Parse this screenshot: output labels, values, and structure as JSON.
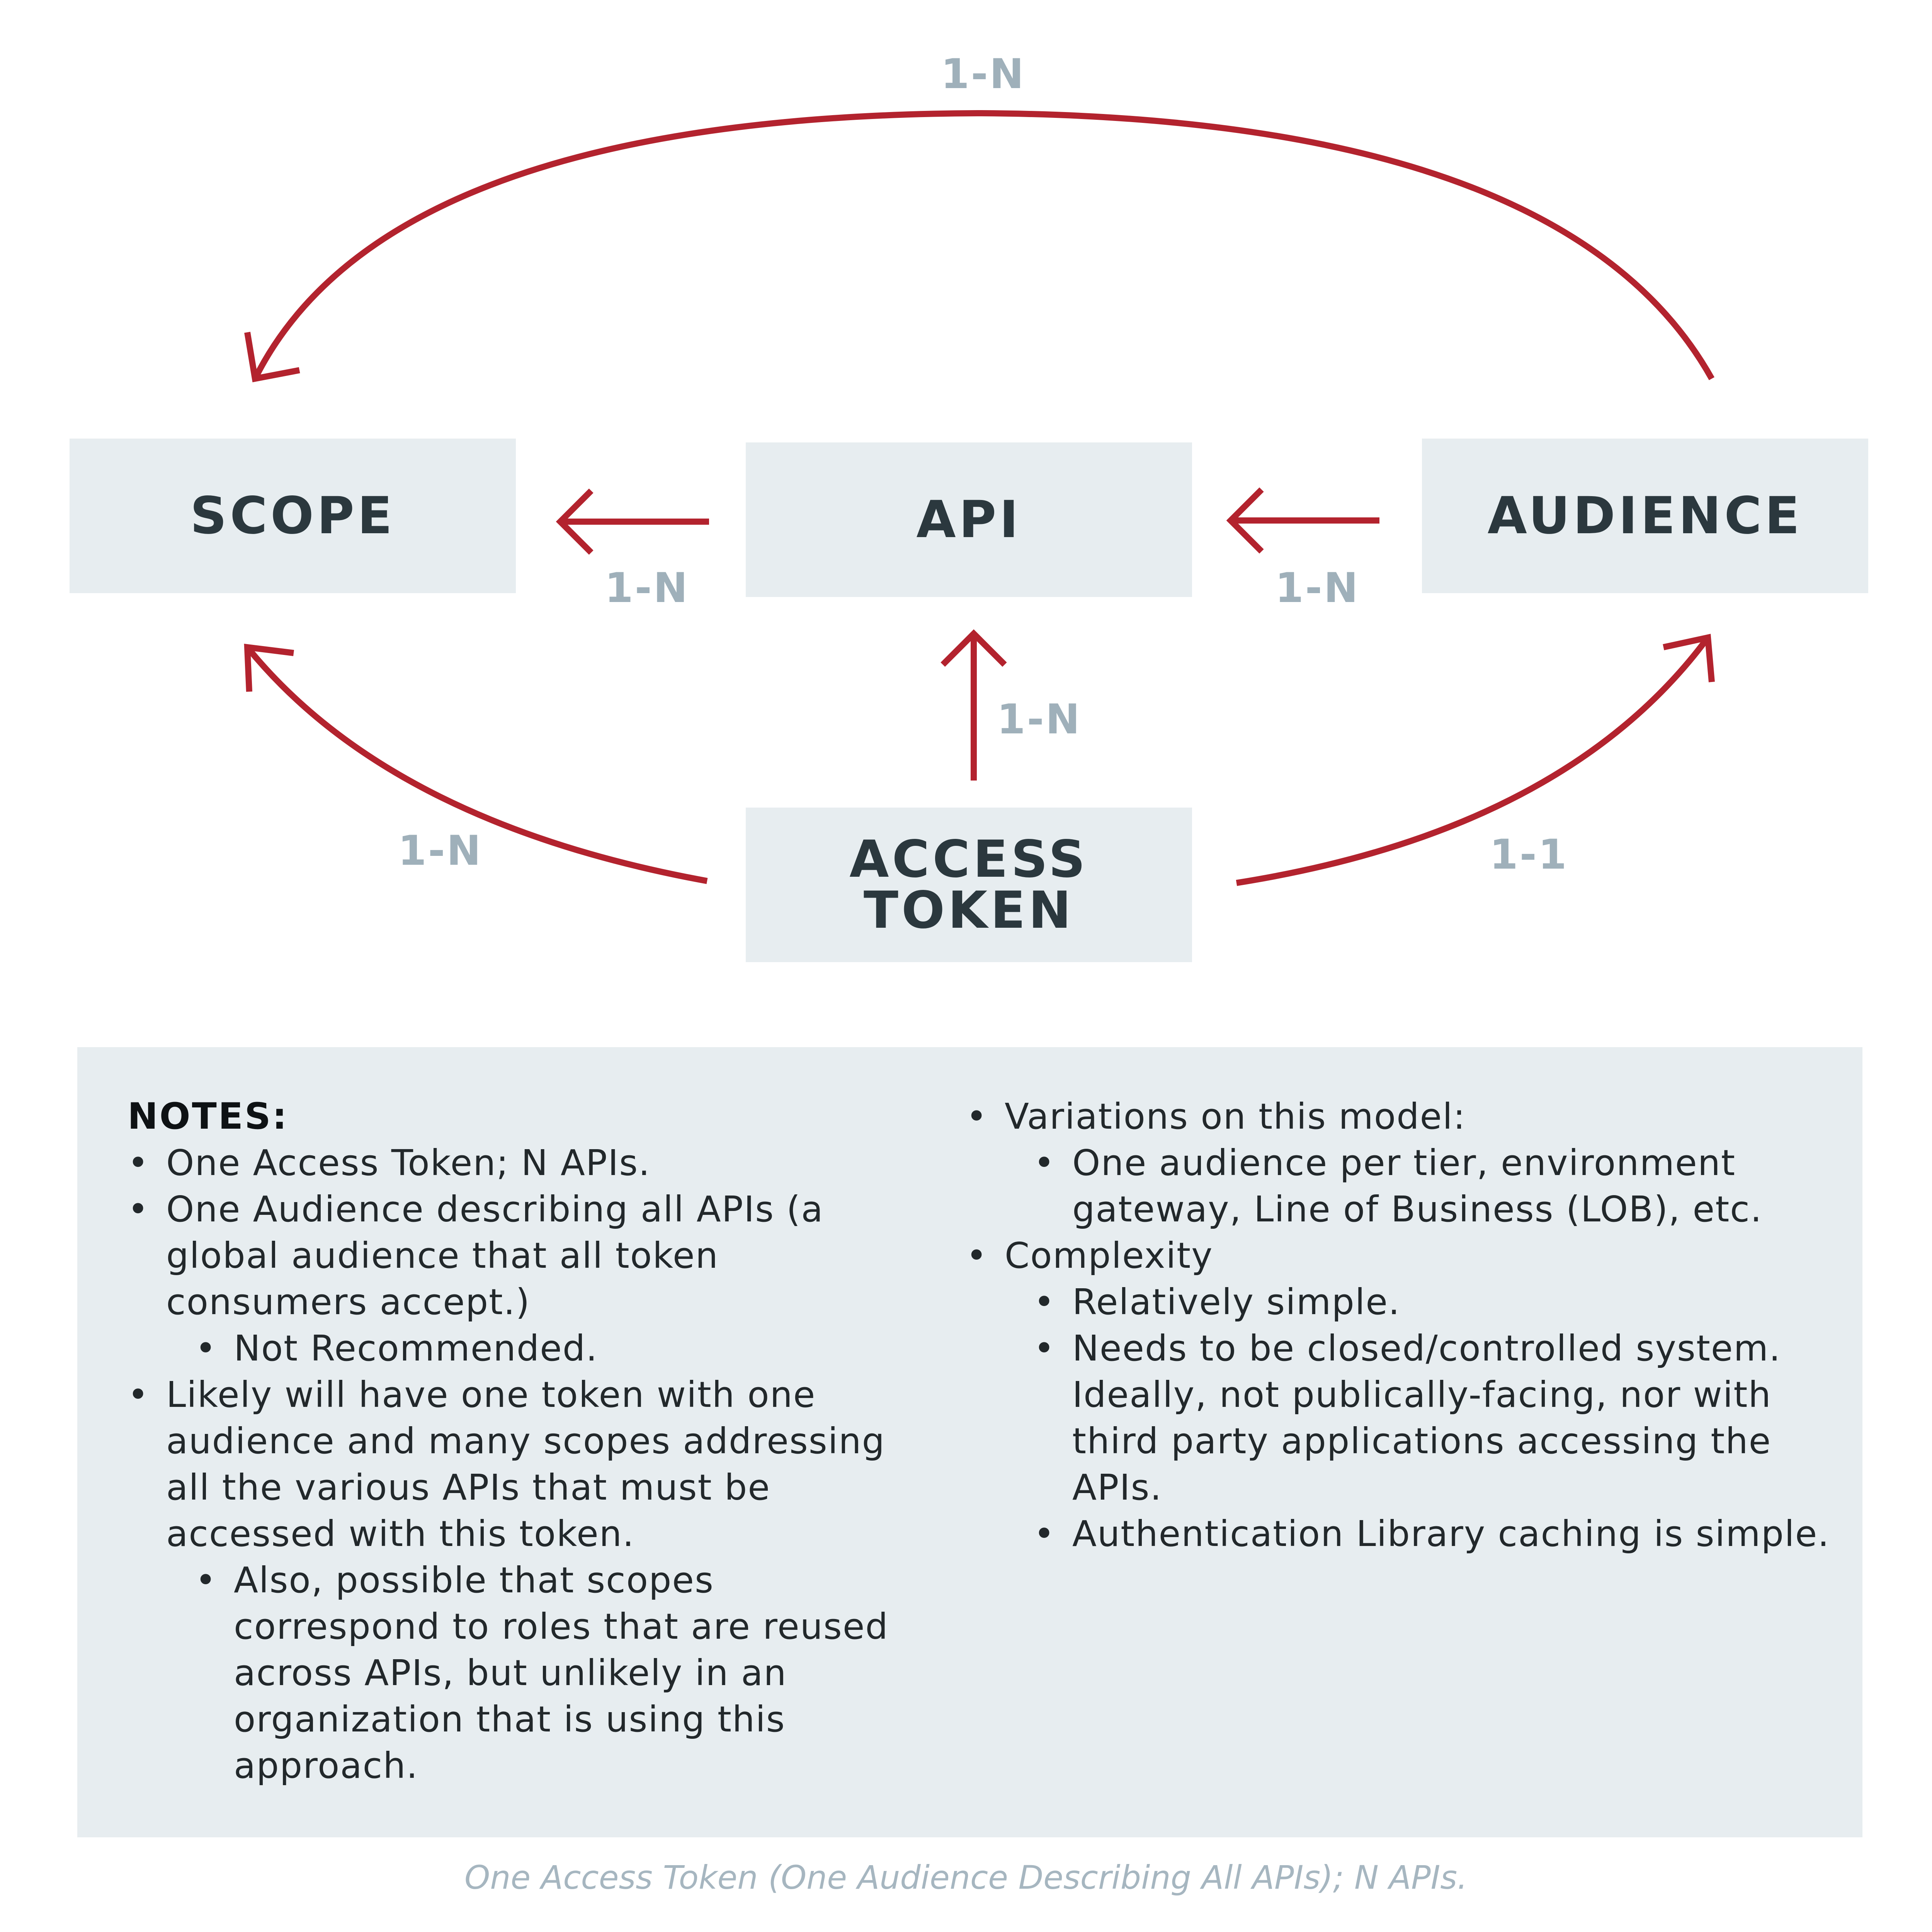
{
  "colors": {
    "arrow": "#b3232e",
    "box": "#e7edf0",
    "box_text": "#2b383e",
    "relation_text": "#9fb0ba",
    "caption": "#a6b6c0"
  },
  "nodes": {
    "scope": "SCOPE",
    "api": "API",
    "audience": "AUDIENCE",
    "access_token_line1": "ACCESS",
    "access_token_line2": "TOKEN"
  },
  "relations": {
    "audience_to_scope": "1-N",
    "api_to_scope": "1-N",
    "audience_to_api": "1-N",
    "token_to_api": "1-N",
    "token_to_scope": "1-N",
    "token_to_audience": "1-1"
  },
  "notes": {
    "heading": "NOTES:",
    "bullet": "•",
    "left": [
      {
        "level": 1,
        "text": "One Access Token; N APIs."
      },
      {
        "level": 1,
        "text": "One Audience describing all APIs (a global audience that all token consumers accept.)"
      },
      {
        "level": 2,
        "text": "Not Recommended."
      },
      {
        "level": 1,
        "text": "Likely will have one token with one audience and many scopes addressing all the various APIs that must be accessed with this token."
      },
      {
        "level": 2,
        "text": "Also, possible that scopes correspond to roles that are reused across APIs, but unlikely in an organization that is using this approach."
      }
    ],
    "right": [
      {
        "level": 1,
        "text": "Variations on this model:"
      },
      {
        "level": 2,
        "text": "One audience per tier, environment gateway, Line of Business (LOB), etc."
      },
      {
        "level": 1,
        "text": "Complexity"
      },
      {
        "level": 2,
        "text": "Relatively simple."
      },
      {
        "level": 2,
        "text": "Needs to be closed/controlled system. Ideally, not publically-facing, nor with third party applications accessing the APIs."
      },
      {
        "level": 2,
        "text": "Authentication Library caching is simple."
      }
    ]
  },
  "caption": "One Access Token (One Audience Describing All APIs); N APIs."
}
